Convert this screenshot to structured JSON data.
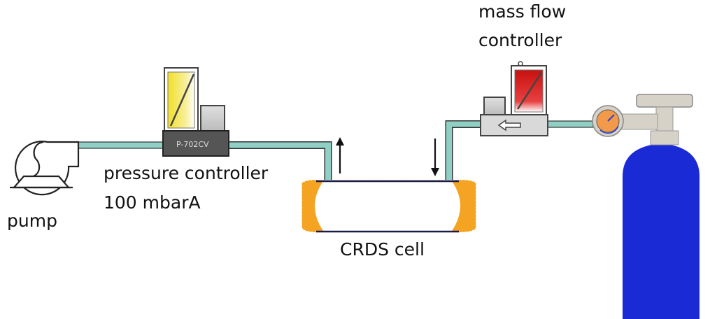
{
  "labels": {
    "pump": "pump",
    "pressure_controller_line1": "pressure controller",
    "pressure_controller_line2": "100 mbarA",
    "mass_flow_line1": "mass flow",
    "mass_flow_line2": "controller",
    "crds_cell": "CRDS cell",
    "device_model": "P-702CV"
  },
  "colors": {
    "tubing": "#8fcfc4",
    "cylinder": "#1a2bd6",
    "cell_caps": "#f4a323",
    "pc_display": "#f1df2a",
    "mfc_display": "#d62020",
    "regulator_gauge": "#f29a4a",
    "valve_metal": "#d7d2c8"
  },
  "icons": [
    "pump-icon",
    "up-arrow-icon",
    "down-arrow-icon",
    "left-arrow-icon",
    "gas-cylinder-icon",
    "gauge-icon",
    "valve-handle-icon"
  ]
}
